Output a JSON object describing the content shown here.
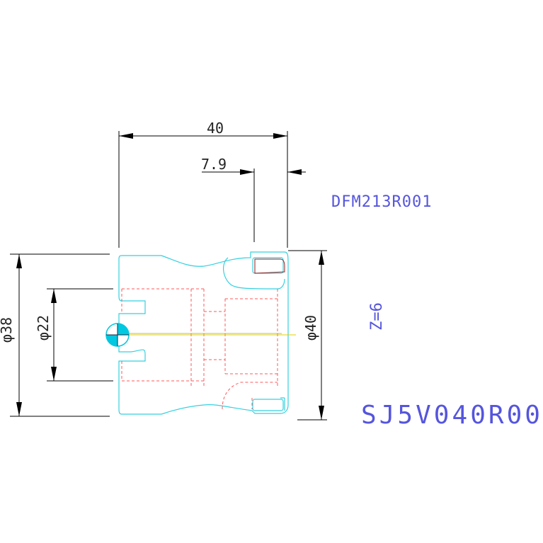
{
  "dimensions": {
    "overall_length": "40",
    "offset": "7.9",
    "outer_diameter": "φ38",
    "bore_diameter": "φ22",
    "right_diameter": "φ40"
  },
  "labels": {
    "part_code_top": "DFM213R001",
    "teeth_count": "Z=6",
    "part_code_bottom": "SJ5V040R00"
  },
  "colors": {
    "outline": "#35d0e0",
    "hidden": "#ff5a5a",
    "dimension": "#000000",
    "label": "#5555dd",
    "axis": "#e0d200",
    "marker": "#00c8e0"
  }
}
